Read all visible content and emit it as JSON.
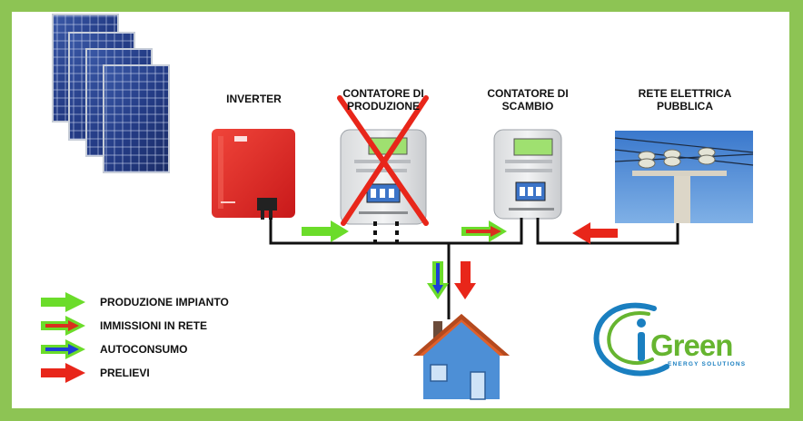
{
  "labels": {
    "inverter": "INVERTER",
    "production_meter_line1": "CONTATORE DI",
    "production_meter_line2": "PRODUZIONE",
    "exchange_meter_line1": "CONTATORE DI",
    "exchange_meter_line2": "SCAMBIO",
    "grid_line1": "RETE ELETTRICA",
    "grid_line2": "PUBBLICA"
  },
  "legend": [
    {
      "label": "PRODUZIONE IMPIANTO",
      "fill": "#6bdc2a",
      "core": ""
    },
    {
      "label": "IMMISSIONI IN RETE",
      "fill": "#6bdc2a",
      "core": "#d9301e"
    },
    {
      "label": "AUTOCONSUMO",
      "fill": "#6bdc2a",
      "core": "#1d3fd6"
    },
    {
      "label": "PRELIEVI",
      "fill": "#e8261a",
      "core": ""
    }
  ],
  "logo": {
    "word": "Green",
    "letter": "i",
    "tagline": "ENERGY SOLUTIONS"
  },
  "colors": {
    "border": "#8dc454",
    "background": "#ffffff",
    "green_arrow": "#6bdc2a",
    "red_arrow": "#e8261a",
    "blue_core": "#1d3fd6",
    "inverter_red": "#e0271f",
    "sky": "#2f6fc4",
    "house_wall": "#4d8fd6",
    "house_roof": "#e0602a"
  }
}
